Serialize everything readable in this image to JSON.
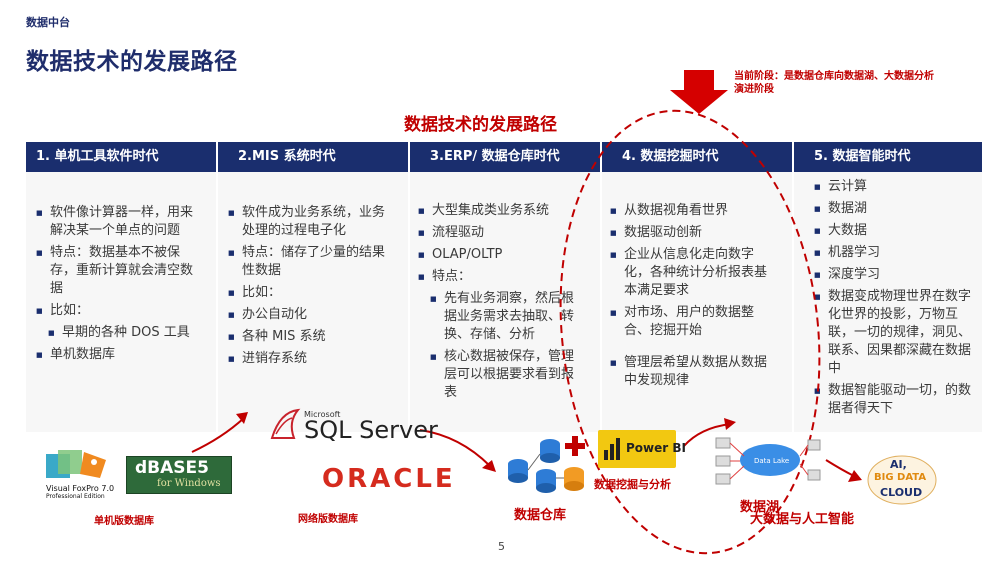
{
  "brand": "数据中台",
  "title": "数据技术的发展路径",
  "subtitle": "数据技术的发展路径",
  "stage_note": "当前阶段：是数据仓库向数据湖、大数据分析演进阶段",
  "eras": [
    {
      "label": "1. 单机工具软件时代"
    },
    {
      "label": "2.MIS 系统时代"
    },
    {
      "label": "3.ERP/ 数据仓库时代"
    },
    {
      "label": "4. 数据挖掘时代"
    },
    {
      "label": "5. 数据智能时代"
    }
  ],
  "col1": {
    "items": [
      "软件像计算器一样，用来解决某一个单点的问题",
      "特点：数据基本不被保存，重新计算就会清空数据",
      "比如："
    ],
    "sub": [
      "早期的各种 DOS 工具"
    ],
    "last": "单机数据库"
  },
  "col2": {
    "items": [
      "软件成为业务系统，业务处理的过程电子化",
      "特点：储存了少量的结果性数据",
      "比如：",
      "办公自动化",
      "各种 MIS 系统",
      "进销存系统"
    ]
  },
  "col3": {
    "items": [
      "大型集成类业务系统",
      "流程驱动",
      "OLAP/OLTP",
      "特点："
    ],
    "sub": [
      "先有业务洞察，然后根据业务需求去抽取、转换、存储、分析",
      "核心数据被保存，管理层可以根据要求看到报表"
    ]
  },
  "col4": {
    "items": [
      "从数据视角看世界",
      "数据驱动创新",
      "企业从信息化走向数字化，各种统计分析报表基本满足要求",
      "对市场、用户的数据整合、挖掘开始",
      "管理层希望从数据从数据中发现规律"
    ]
  },
  "col5": {
    "items": [
      "云计算",
      "数据湖",
      "大数据",
      "机器学习",
      "深度学习",
      "数据变成物理世界在数字化世界的投影，万物互联，一切的规律，洞见、联系、因果都深藏在数据中",
      "数据智能驱动一切，的数据者得天下"
    ]
  },
  "logos": {
    "vfp": "Visual FoxPro 7.0",
    "vfp_ed": "Professional Edition",
    "dbase_title": "dBASE5",
    "dbase_sub": "for Windows",
    "sql_ms": "Microsoft",
    "sql": "SQL Server",
    "oracle": "ORACLE",
    "powerbi": "Power BI",
    "datalake": "Data Lake",
    "bigdata_1": "AI,",
    "bigdata_2": "BIG DATA",
    "bigdata_3": "CLOUD"
  },
  "captions": {
    "standalone_db": "单机版数据库",
    "network_db": "网络版数据库",
    "warehouse": "数据仓库",
    "mining": "数据挖掘与分析",
    "datalake": "数据湖",
    "bigdata_ai": "大数据与人工智能"
  },
  "page_number": "5",
  "colors": {
    "navy": "#1a2e6e",
    "red": "#c00000"
  }
}
